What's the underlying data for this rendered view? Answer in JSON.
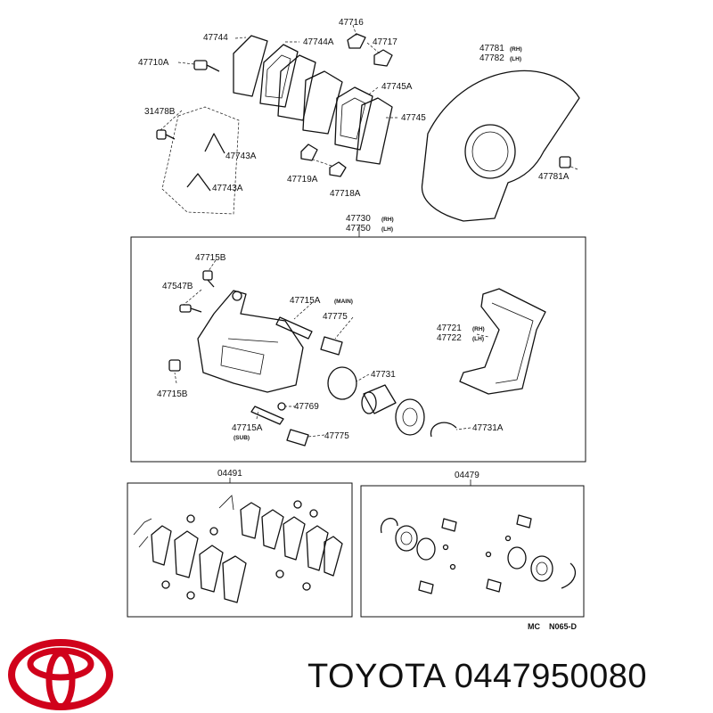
{
  "labels": {
    "p47744": "47744",
    "p47744A": "47744A",
    "p47716": "47716",
    "p47717": "47717",
    "p47710A": "47710A",
    "p31478B": "31478B",
    "p47743A_1": "47743A",
    "p47743A_2": "47743A",
    "p47719A": "47719A",
    "p47718A": "47718A",
    "p47745A": "47745A",
    "p47745": "47745",
    "p47781": "47781",
    "p47782": "47782",
    "rh": "(RH)",
    "lh": "(LH)",
    "p47781A": "47781A",
    "p47730": "47730",
    "p47750": "47750",
    "p47715B_top": "47715B",
    "p47547B": "47547B",
    "p47715A_main": "47715A",
    "main": "(MAIN)",
    "p47775_top": "47775",
    "p47721": "47721",
    "p47722": "47722",
    "p47731": "47731",
    "p47715B_bot": "47715B",
    "p47769": "47769",
    "p47715A_sub": "47715A",
    "sub": "(SUB)",
    "p47775_bot": "47775",
    "p47731A": "47731A",
    "kit04491": "04491",
    "kit04479": "04479",
    "mc": "MC",
    "code": "N065-D"
  },
  "brand": {
    "name": "TOYOTA",
    "part_number": "0447950080",
    "logo_color": "#d0021b"
  },
  "icons": {
    "logo": "toyota-logo-icon"
  }
}
